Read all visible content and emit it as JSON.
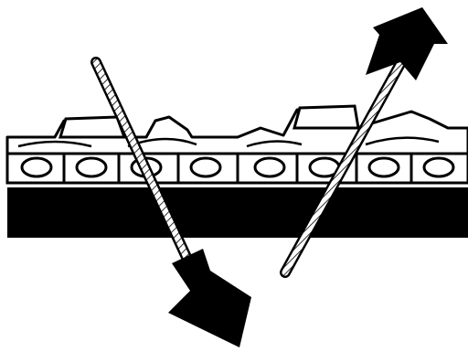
{
  "figure": {
    "subject": "saw-chain-file-angle-diagram",
    "colors": {
      "background": "#ffffff",
      "ink": "#000000",
      "file_hatch": "#ffffff"
    },
    "arrows": [
      {
        "name": "arrow-down-left",
        "direction": "down"
      },
      {
        "name": "arrow-up-right",
        "direction": "up"
      }
    ]
  }
}
